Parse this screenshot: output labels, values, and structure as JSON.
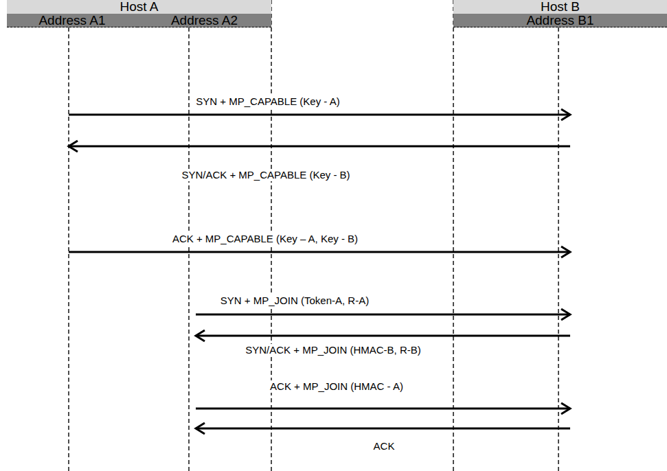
{
  "diagram": {
    "nodes": [
      {
        "text": [
          "Host A"
        ]
      },
      {
        "text": [
          "Address A1"
        ],
        "in": 0
      },
      {
        "text": [
          "Address A2"
        ],
        "in": 0
      },
      {
        "text": [
          "Host B"
        ]
      },
      {
        "text": [
          "Address B1"
        ],
        "in": 3
      }
    ],
    "edges": [
      {
        "from": 1,
        "to": 4,
        "arrow": "to",
        "label": "SYN + MP_CAPABLE (Key - A)"
      },
      {
        "from": 4,
        "to": 1,
        "arrow": "to",
        "label": "SYN/ACK + MP_CAPABLE (Key - B)"
      },
      {
        "from": 1,
        "to": 4,
        "arrow": "to",
        "label": "ACK + MP_CAPABLE (Key – A, Key - B)"
      },
      {
        "from": 2,
        "to": 4,
        "arrow": "to",
        "label": "SYN + MP_JOIN (Token-A, R-A)"
      },
      {
        "from": 4,
        "to": 2,
        "arrow": "to",
        "label": "SYN/ACK + MP_JOIN (HMAC-B, R-B)"
      },
      {
        "from": 2,
        "to": 4,
        "arrow": "to",
        "label": "ACK + MP_JOIN (HMAC - A)"
      },
      {
        "from": 4,
        "to": 2,
        "arrow": "to",
        "label": "ACK"
      }
    ]
  }
}
